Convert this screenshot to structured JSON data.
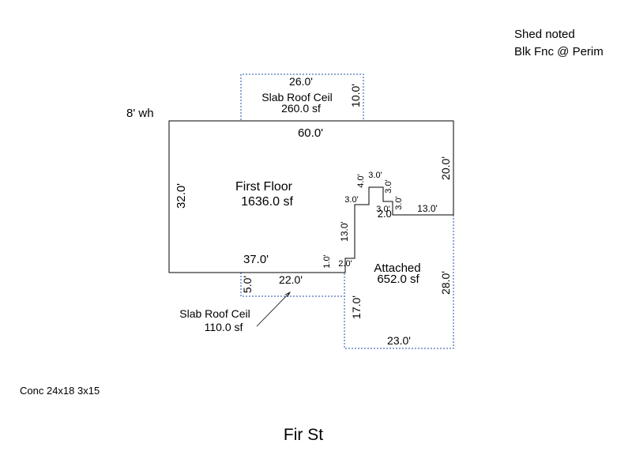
{
  "notes": {
    "shed": "Shed noted",
    "fence": "Blk Fnc @ Perim",
    "wall_height": "8' wh",
    "concrete": "Conc 24x18 3x15"
  },
  "street": "Fir St",
  "areas": {
    "first_floor": {
      "name": "First Floor",
      "area": "1636.0 sf"
    },
    "attached": {
      "name": "Attached",
      "area": "652.0 sf"
    },
    "slab_top": {
      "name": "Slab Roof Ceil",
      "area": "260.0 sf"
    },
    "slab_bottom": {
      "name": "Slab Roof Ceil",
      "area": "110.0 sf"
    }
  },
  "dimensions": {
    "slab_top_width": "26.0'",
    "slab_top_depth": "10.0'",
    "house_top": "60.0'",
    "house_left": "32.0'",
    "house_right_upper": "20.0'",
    "house_bottom": "37.0'",
    "step_right": "13.0'",
    "notch_left": "4.0'",
    "notch_top": "3.0'",
    "notch_right": "3.0'",
    "notch_ledge": "3.0'",
    "notch_bottom": "3.0'",
    "notch_inner": "3.0'",
    "notch_gap": "2.0'",
    "jog_vertical": "13.0'",
    "jog_small_vertical": "1.0'",
    "jog_small_horizontal": "2.0'",
    "slab_bottom_depth": "5.0'",
    "slab_bottom_width": "22.0'",
    "attached_left": "17.0'",
    "attached_right": "28.0'",
    "attached_bottom": "23.0'"
  }
}
